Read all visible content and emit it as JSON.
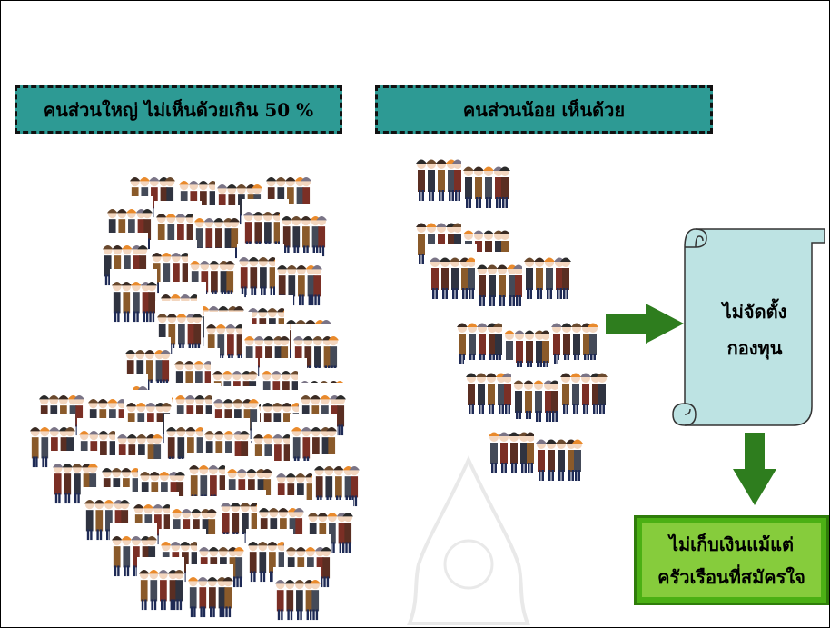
{
  "labels": {
    "majority": "คนส่วนใหญ่ ไม่เห็นด้วยเกิน 50 %",
    "minority": "คนส่วนน้อย เห็นด้วย"
  },
  "scroll": {
    "line1": "ไม่จัดตั้ง",
    "line2": "กองทุน"
  },
  "result": {
    "line1": "ไม่เก็บเงินแม้แต่",
    "line2": "ครัวเรือนที่สมัครใจ"
  },
  "colors": {
    "label_fill": "#2d9a94",
    "arrow": "#2e7d1e",
    "scroll_fill": "#bde3e3",
    "result_outer": "#4bb014",
    "result_inner": "#86cc3c"
  },
  "icons": {
    "crowd_card": "people-group-clipart",
    "arrow_right": "arrow-right-icon",
    "arrow_down": "arrow-down-icon",
    "scroll": "scroll-shape",
    "watermark": "temple-watermark"
  }
}
